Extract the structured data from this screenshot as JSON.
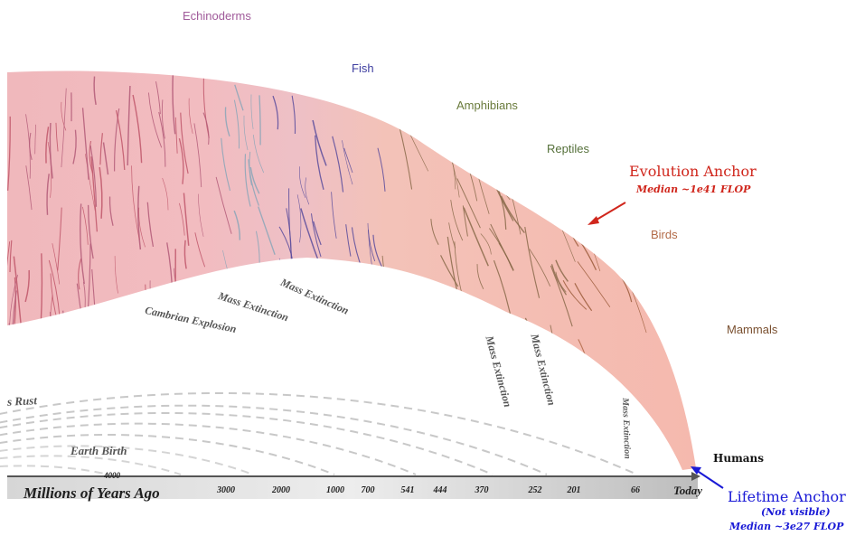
{
  "groups": [
    {
      "name": "Echinoderms",
      "color": "#a05a9a"
    },
    {
      "name": "Fish",
      "color": "#3e3ea0"
    },
    {
      "name": "Amphibians",
      "color": "#6a7b3c"
    },
    {
      "name": "Reptiles",
      "color": "#55703a"
    },
    {
      "name": "Birds",
      "color": "#b36b48"
    },
    {
      "name": "Mammals",
      "color": "#7a5030"
    }
  ],
  "eras": [
    "Mass Extinction",
    "Mass Extinction",
    "Cambrian Explosion",
    "Mass Extinction",
    "Mass Extinction",
    "Mass Extinction",
    "Earth Birth",
    "s Rust"
  ],
  "axis": {
    "title": "Millions of Years Ago",
    "ticks": [
      "4000",
      "3000",
      "2000",
      "1000",
      "700",
      "541",
      "444",
      "370",
      "252",
      "201",
      "66",
      "Today"
    ]
  },
  "evolution_anchor": {
    "title": "Evolution Anchor",
    "subtitle": "Median ~1e41 FLOP",
    "color": "#d0261c"
  },
  "lifetime_anchor": {
    "title": "Lifetime Anchor",
    "note": "(Not visible)",
    "subtitle": "Median ~3e27 FLOP",
    "color": "#1a1ad6"
  },
  "humans_label": "Humans"
}
